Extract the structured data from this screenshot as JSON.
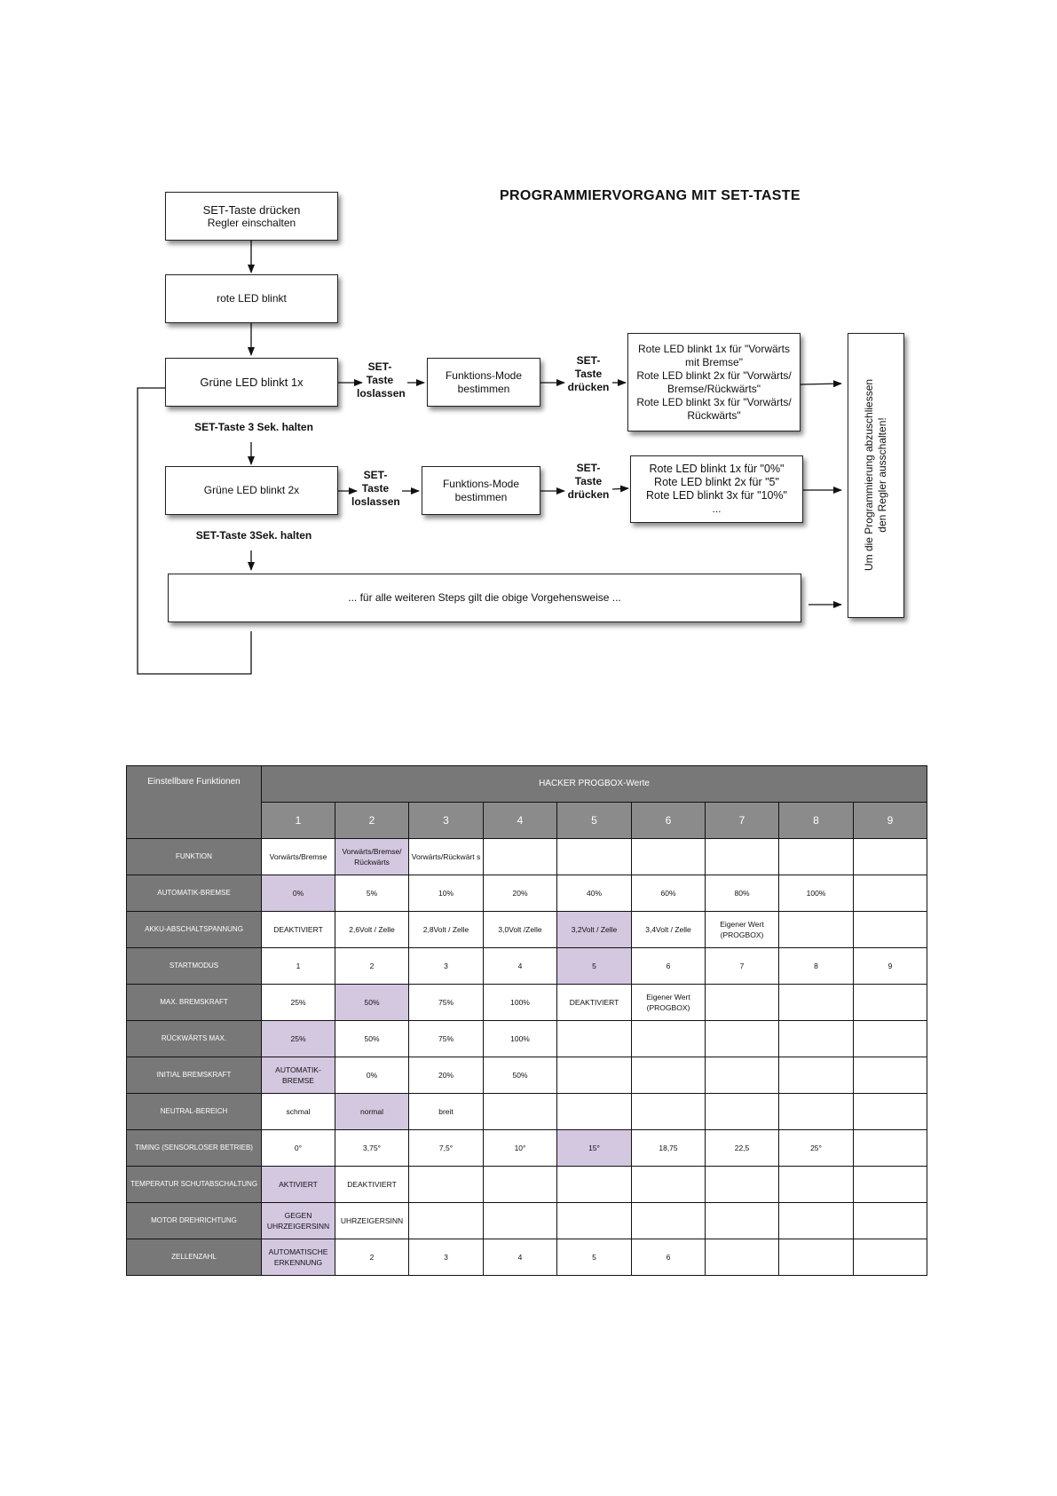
{
  "title": "PROGRAMMIERVORGANG MIT SET-TASTE",
  "flow": {
    "start_line1": "SET-Taste drücken",
    "start_line2": "Regler einschalten",
    "red_led": "rote LED blinkt",
    "green1": "Grüne LED blinkt 1x",
    "green2": "Grüne LED blinkt 2x",
    "release_line1": "SET-",
    "release_line2": "Taste",
    "release_line3": "loslassen",
    "press_line1": "SET-",
    "press_line2": "Taste",
    "press_line3": "drücken",
    "mode_line1": "Funktions-Mode",
    "mode_line2": "bestimmen",
    "opt1": [
      "Rote LED blinkt 1x für \"Vorwärts",
      "mit Bremse\"",
      "Rote LED blinkt 2x für \"Vorwärts/",
      "Bremse/Rückwärts\"",
      "Rote LED blinkt 3x für \"Vorwärts/",
      "Rückwärts\""
    ],
    "opt2": [
      "Rote LED blinkt 1x für \"0%\"",
      "Rote LED blinkt 2x für \"5\"",
      "Rote LED blinkt 3x für \"10%\"",
      "..."
    ],
    "hold1": "SET-Taste 3 Sek. halten",
    "hold2": "SET-Taste 3Sek. halten",
    "further": "... für alle weiteren Steps gilt die obige Vorgehensweise ...",
    "finish_line1": "Um die Programmierung abzuschliessen",
    "finish_line2": "den Regler ausschalten!"
  },
  "table": {
    "corner": "Einstellbare Funktionen",
    "group_header": "HACKER PROGBOX-Werte",
    "columns": [
      "1",
      "2",
      "3",
      "4",
      "5",
      "6",
      "7",
      "8",
      "9"
    ],
    "rows": [
      {
        "label": "FUNKTION",
        "cells": [
          "Vorwärts/Bremse",
          "Vorwärts/Bremse/ Rückwärts",
          "Vorwärts/Rückwärt s",
          "",
          "",
          "",
          "",
          "",
          ""
        ],
        "highlight": 1
      },
      {
        "label": "AUTOMATIK-BREMSE",
        "cells": [
          "0%",
          "5%",
          "10%",
          "20%",
          "40%",
          "60%",
          "80%",
          "100%",
          ""
        ],
        "highlight": 0
      },
      {
        "label": "AKKU-ABSCHALTSPANNUNG",
        "cells": [
          "DEAKTIVIERT",
          "2,6Volt / Zelle",
          "2,8Volt / Zelle",
          "3,0Volt /Zelle",
          "3,2Volt / Zelle",
          "3,4Volt / Zelle",
          "Eigener Wert (PROGBOX)",
          "",
          ""
        ],
        "highlight": 4
      },
      {
        "label": "STARTMODUS",
        "cells": [
          "1",
          "2",
          "3",
          "4",
          "5",
          "6",
          "7",
          "8",
          "9"
        ],
        "highlight": 4
      },
      {
        "label": "MAX. BREMSKRAFT",
        "cells": [
          "25%",
          "50%",
          "75%",
          "100%",
          "DEAKTIVIERT",
          "Eigener Wert (PROGBOX)",
          "",
          "",
          ""
        ],
        "highlight": 1
      },
      {
        "label": "RÜCKWÄRTS MAX.",
        "cells": [
          "25%",
          "50%",
          "75%",
          "100%",
          "",
          "",
          "",
          "",
          ""
        ],
        "highlight": 0
      },
      {
        "label": "INITIAL BREMSKRAFT",
        "cells": [
          "AUTOMATIK-BREMSE",
          "0%",
          "20%",
          "50%",
          "",
          "",
          "",
          "",
          ""
        ],
        "highlight": 0
      },
      {
        "label": "NEUTRAL-BEREICH",
        "cells": [
          "schmal",
          "normal",
          "breit",
          "",
          "",
          "",
          "",
          "",
          ""
        ],
        "highlight": 1
      },
      {
        "label": "TIMING (SENSORLOSER BETRIEB)",
        "cells": [
          "0°",
          "3,75°",
          "7,5°",
          "10°",
          "15°",
          "18,75",
          "22,5",
          "25°",
          ""
        ],
        "highlight": 4
      },
      {
        "label": "TEMPERATUR SCHUTABSCHALTUNG",
        "cells": [
          "AKTIVIERT",
          "DEAKTIVIERT",
          "",
          "",
          "",
          "",
          "",
          "",
          ""
        ],
        "highlight": 0
      },
      {
        "label": "MOTOR DREHRICHTUNG",
        "cells": [
          "GEGEN UHRZEIGERSINN",
          "UHRZEIGERSINN",
          "",
          "",
          "",
          "",
          "",
          "",
          ""
        ],
        "highlight": 0
      },
      {
        "label": "ZELLENZAHL",
        "cells": [
          "AUTOMATISCHE ERKENNUNG",
          "2",
          "3",
          "4",
          "5",
          "6",
          "",
          "",
          ""
        ],
        "highlight": 0
      }
    ]
  }
}
